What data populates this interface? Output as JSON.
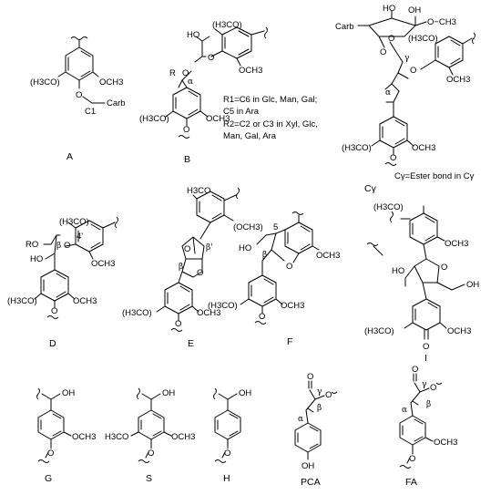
{
  "structures": {
    "A": {
      "label": "A",
      "sub_left": "(H3CO)",
      "sub_right": "OCH3",
      "o": "O",
      "c1": "C1",
      "carb": "Carb"
    },
    "B": {
      "label": "B",
      "ho": "HO",
      "ro": "R",
      "o": "O",
      "alpha": "α",
      "o2": "O",
      "ome_top": "(H3CO)",
      "ome_right": "OCH3",
      "ome_left": "(H3CO)",
      "ome_r2": "OCH3",
      "note1": "R1=C6 in Glc, Man, Gal;",
      "note2": "C5 in Ara",
      "note3": "R2=C2 or C3 in Xyl, Glc,",
      "note4": "Man, Gal, Ara"
    },
    "Cg": {
      "label": "Cγ",
      "carb": "Carb",
      "ho1": "HO",
      "oh": "OH",
      "och3": "O−CH3",
      "o_ring": "O",
      "o_ester": "O",
      "gamma": "γ",
      "ome_top": "(H3CO)",
      "o2": "O",
      "alpha": "α",
      "ome_r": "OCH3",
      "ome_l": "(H3CO)",
      "ome_r2": "OCH3",
      "note": "Cγ=Ester bond in Cγ"
    },
    "D": {
      "label": "D",
      "ro": "RO",
      "ome_top": "(H3CO)",
      "beta": "β",
      "o": "O",
      "ho": "HO",
      "c4": "4'",
      "ome_r": "OCH3",
      "ome_l": "(H3CO)",
      "ome_r2": "OCH3",
      "o2": "O"
    },
    "E": {
      "label": "E",
      "ome_top": "H3CO",
      "ome_r": "(OCH3)",
      "o1": "O",
      "beta1": "β'",
      "beta2": "β",
      "o2": "O",
      "ome_l": "(H3CO)",
      "ome_r2": "OCH3",
      "o3": "O"
    },
    "F": {
      "label": "F",
      "c5": "5",
      "ho": "HO",
      "beta": "β",
      "o": "O",
      "ome": "OCH3",
      "ome_l": "(H3CO)",
      "ome_r2": "OCH3",
      "o2": "O"
    },
    "I": {
      "label": "I",
      "ome_top": "(H3CO)",
      "ome_r": "OCH3",
      "o": "O",
      "ho": "HO",
      "oh": "OH",
      "ome_l": "(H3CO)",
      "ome_r2": "OCH3",
      "o2": "O"
    },
    "G": {
      "label": "G",
      "oh": "OH",
      "ome": "OCH3",
      "o": "O"
    },
    "S": {
      "label": "S",
      "oh": "OH",
      "ome_l": "H3CO",
      "ome_r": "OCH3",
      "o": "O"
    },
    "H": {
      "label": "H",
      "oh": "OH",
      "o": "O"
    },
    "PCA": {
      "label": "PCA",
      "o1": "O",
      "o2": "O",
      "gamma": "γ",
      "beta": "β",
      "alpha": "α",
      "oh": "OH"
    },
    "FA": {
      "label": "FA",
      "o1": "O",
      "o2": "O",
      "gamma": "γ",
      "beta": "β",
      "alpha": "α",
      "ome": "OCH3",
      "o": "O"
    }
  }
}
